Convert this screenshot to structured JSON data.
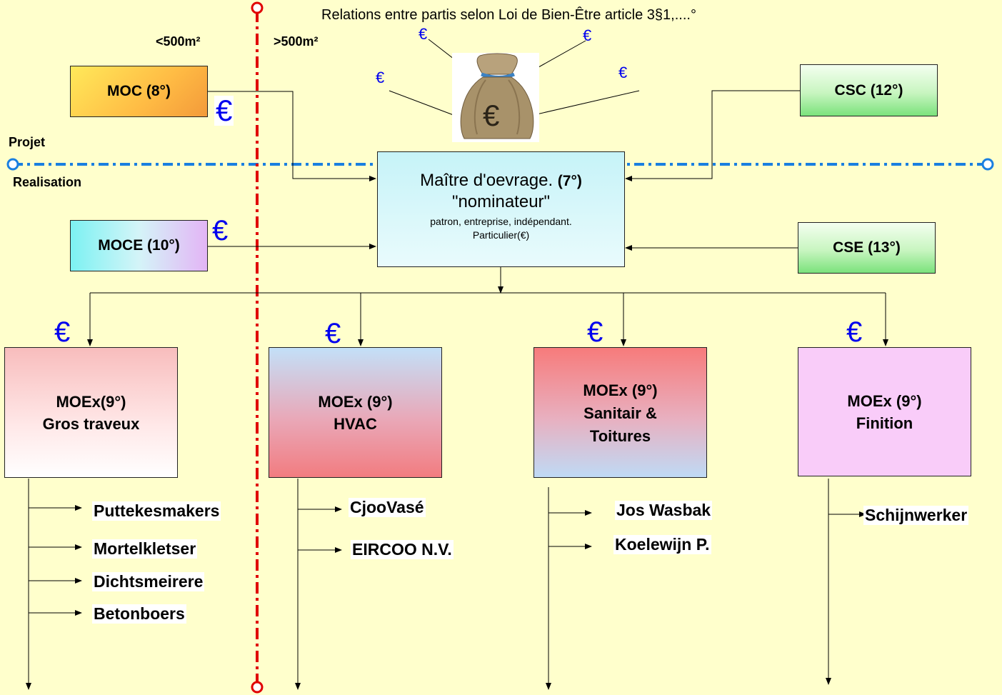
{
  "title": "Relations entre partis selon Loi de Bien-Être article 3§1,....°",
  "threshold": {
    "left": "<500m²",
    "right": ">500m²"
  },
  "phases": {
    "top": "Projet",
    "bottom": "Realisation"
  },
  "currency_symbol": "€",
  "bag_symbol": "€",
  "nodes": {
    "moc": "MOC (8°)",
    "moce": "MOCE (10°)",
    "csc": "CSC (12°)",
    "cse": "CSE (13°)",
    "mo_title": "Maître d'oevrage.",
    "mo_title_num": "(7°)",
    "mo_sub": "\"nominateur\"",
    "mo_desc1": "patron, entreprise, indépendant.",
    "mo_desc2": "Particulier(€)"
  },
  "contractors": [
    {
      "line1": "MOEx(9°)",
      "line2": "Gros traveux",
      "line3": "",
      "subs": [
        "Puttekesmakers",
        "Mortelkletser",
        "Dichtsmeirere",
        "Betonboers"
      ]
    },
    {
      "line1": "MOEx (9°)",
      "line2": "HVAC",
      "line3": "",
      "subs": [
        "CjooVasé",
        "EIRCOO N.V."
      ]
    },
    {
      "line1": "MOEx (9°)",
      "line2": "Sanitair &",
      "line3": "Toitures",
      "subs": [
        "Jos Wasbak",
        "Koelewijn P."
      ]
    },
    {
      "line1": "MOEx (9°)",
      "line2": "Finition",
      "line3": "",
      "subs": [
        "Schijnwerker"
      ]
    }
  ]
}
